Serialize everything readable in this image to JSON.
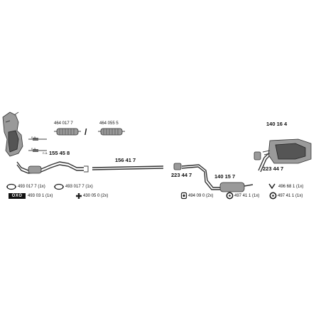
{
  "parts": {
    "cat_a": "464 017 7",
    "cat_b": "464 055 5",
    "front_pipe": "155 45 8",
    "mid_pipe": "156 41 7",
    "clamp_left": "223 44 7",
    "center_silencer": "140 15 7",
    "rear_silencer": "140 16 4",
    "clamp_right": "223 44 7"
  },
  "separator": "/",
  "na_labels": [
    "n.a.",
    "n.a.",
    "n.a."
  ],
  "legend": {
    "row1": [
      {
        "icon": "ring-clamp-icon",
        "text": "493 017 7 (1x)"
      },
      {
        "icon": "ring-clamp-icon",
        "text": "493 017 7 (1x)"
      },
      {
        "icon": "hanger-v-icon",
        "text": "496 68 1 (1x)"
      }
    ],
    "row2": [
      {
        "icon": "oxo-badge",
        "badge": "OXO",
        "text": "493 03 1 (1x)"
      },
      {
        "icon": "cross-bolt-icon",
        "text": "430 05 0 (2x)"
      },
      {
        "icon": "rubber-mount-icon",
        "text": "494 09 0 (2x)"
      },
      {
        "icon": "rubber-ring-icon",
        "text": "497 41 1 (1x)"
      },
      {
        "icon": "rubber-ring-icon",
        "text": "497 41 1 (1x)"
      }
    ]
  }
}
